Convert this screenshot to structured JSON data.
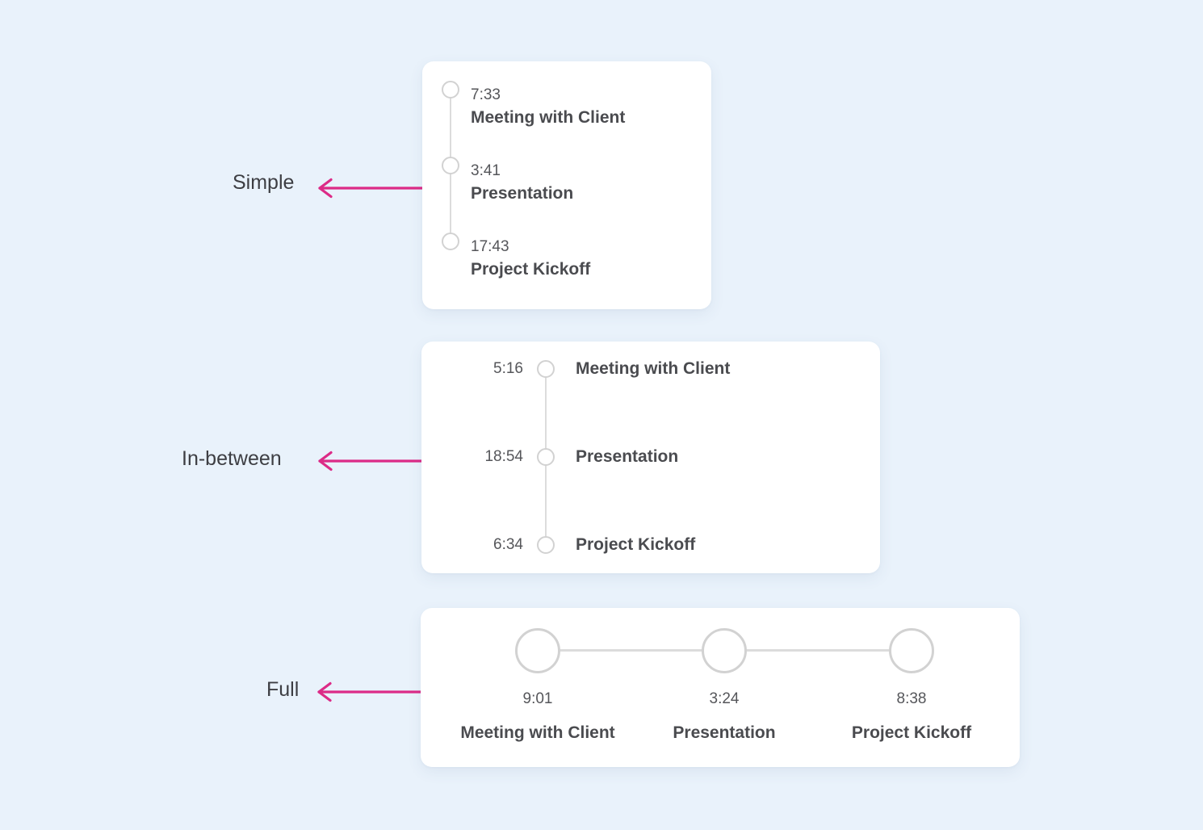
{
  "page": {
    "colors": {
      "bg": "#e9f2fb",
      "card": "#ffffff",
      "accent": "#dc2b87",
      "node-border": "#d2d2d2",
      "connector": "#dcdcdc",
      "time-text": "#55565a",
      "title-text": "#4a4b4f",
      "label-text": "#3d3e43"
    }
  },
  "variants": [
    {
      "label": "Simple",
      "items": [
        {
          "time": "7:33",
          "title": "Meeting with Client"
        },
        {
          "time": "3:41",
          "title": "Presentation"
        },
        {
          "time": "17:43",
          "title": "Project Kickoff"
        }
      ]
    },
    {
      "label": "In-between",
      "items": [
        {
          "time": "5:16",
          "title": "Meeting with Client"
        },
        {
          "time": "18:54",
          "title": "Presentation"
        },
        {
          "time": "6:34",
          "title": "Project Kickoff"
        }
      ]
    },
    {
      "label": "Full",
      "items": [
        {
          "time": "9:01",
          "title": "Meeting with Client"
        },
        {
          "time": "3:24",
          "title": "Presentation"
        },
        {
          "time": "8:38",
          "title": "Project Kickoff"
        }
      ]
    }
  ]
}
